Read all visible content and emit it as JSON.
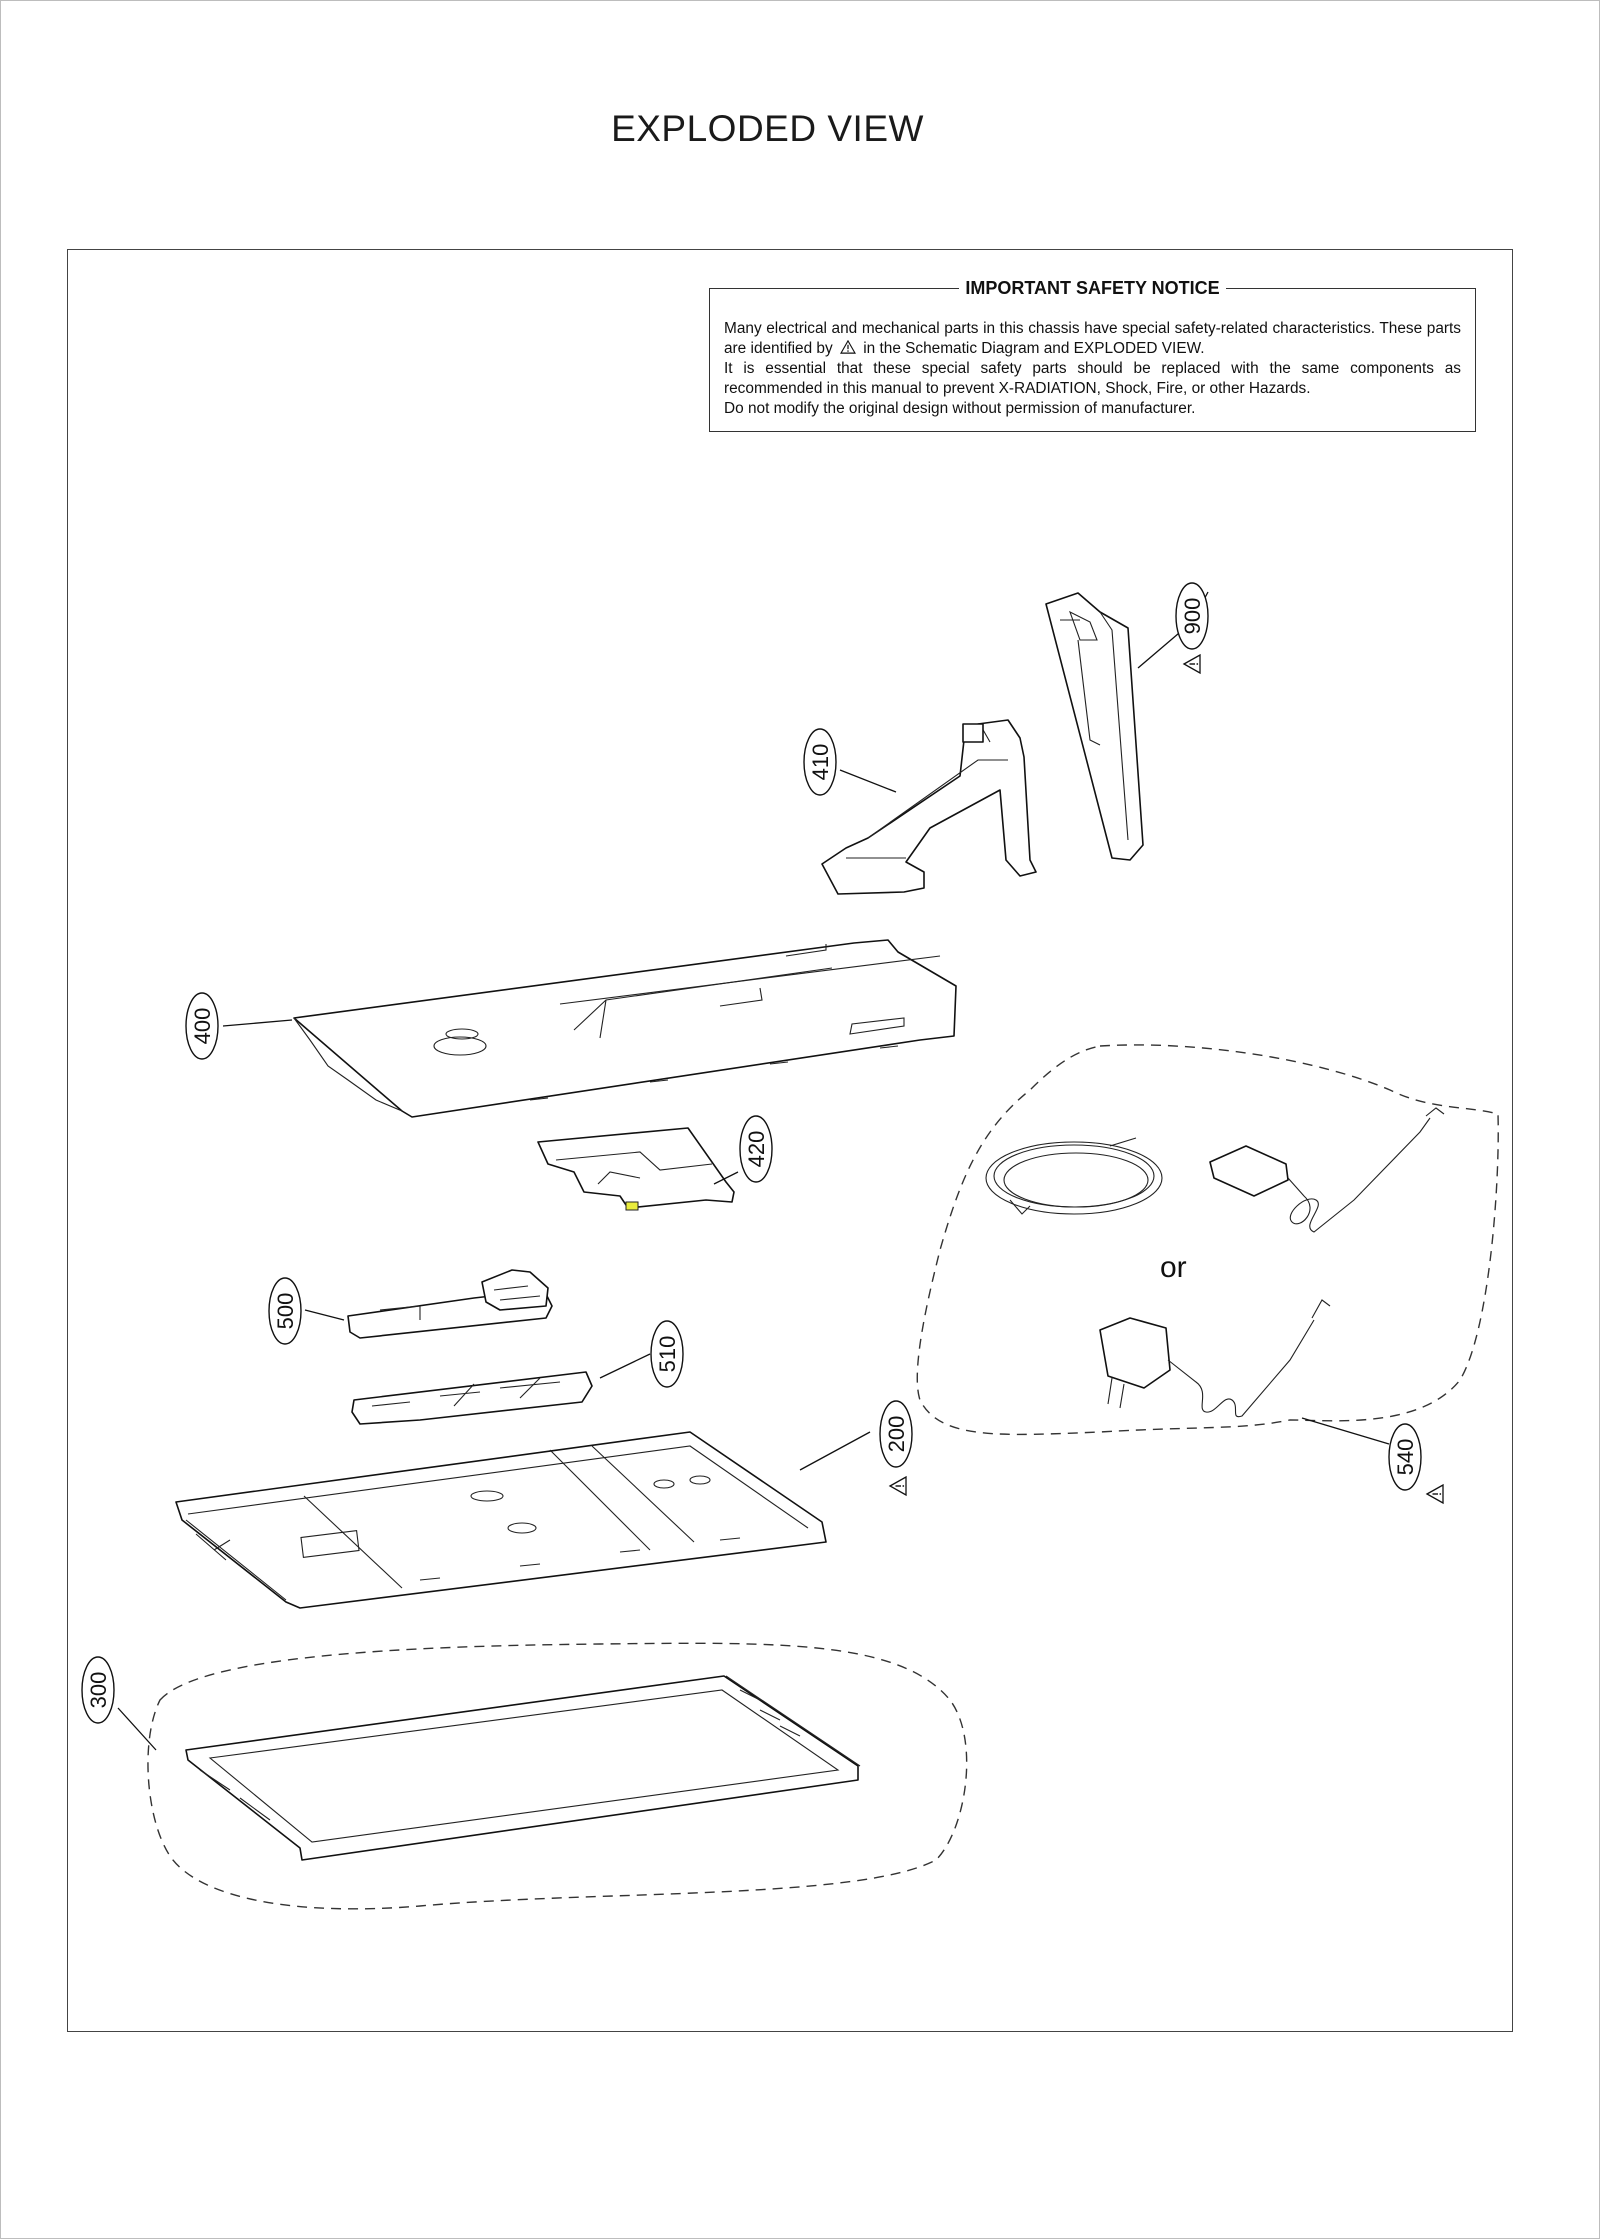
{
  "page": {
    "title": "EXPLODED VIEW"
  },
  "notice": {
    "title": "IMPORTANT SAFETY NOTICE",
    "line1_a": "Many electrical and mechanical parts in this chassis have special safety-related characteristics. These parts are identified by",
    "line1_b": "in the Schematic Diagram and EXPLODED VIEW.",
    "line2": "It is essential that these special safety parts should be replaced with the same components as recommended in this manual to prevent X-RADIATION, Shock, Fire, or other Hazards.",
    "line3": "Do not modify the original design without permission of manufacturer."
  },
  "diagram": {
    "or_label": "or",
    "callouts": [
      {
        "id": "900",
        "label": "900",
        "safety": true
      },
      {
        "id": "410",
        "label": "410",
        "safety": false
      },
      {
        "id": "400",
        "label": "400",
        "safety": false
      },
      {
        "id": "420",
        "label": "420",
        "safety": false
      },
      {
        "id": "500",
        "label": "500",
        "safety": false
      },
      {
        "id": "510",
        "label": "510",
        "safety": false
      },
      {
        "id": "200",
        "label": "200",
        "safety": true
      },
      {
        "id": "540",
        "label": "540",
        "safety": true
      },
      {
        "id": "300",
        "label": "300",
        "safety": false
      }
    ],
    "parts": [
      {
        "id": "900",
        "name": "stand-base-icon"
      },
      {
        "id": "410",
        "name": "stand-body-icon"
      },
      {
        "id": "400",
        "name": "back-cover-icon"
      },
      {
        "id": "420",
        "name": "shield-plate-icon"
      },
      {
        "id": "500",
        "name": "main-board-icon"
      },
      {
        "id": "510",
        "name": "power-board-icon"
      },
      {
        "id": "200",
        "name": "panel-module-icon"
      },
      {
        "id": "540",
        "name": "adapter-cord-icon"
      },
      {
        "id": "300",
        "name": "front-bezel-icon"
      }
    ]
  }
}
